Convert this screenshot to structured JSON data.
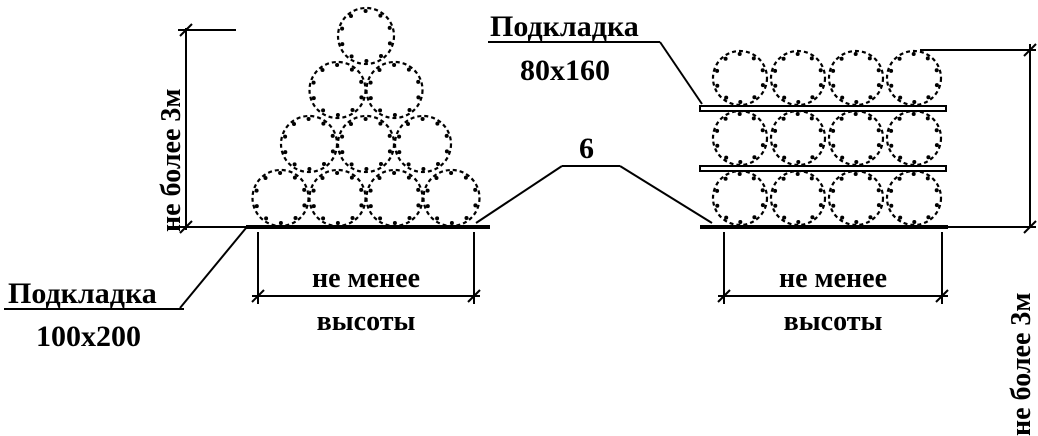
{
  "labels": {
    "left_height": "не более 3м",
    "right_height": "не более 3м",
    "left_pad_name": "Подкладка",
    "left_pad_size": "100x200",
    "right_pad_name": "Подкладка",
    "right_pad_size": "80x160",
    "callout_number": "6",
    "left_spacing_line1": "не менее",
    "left_spacing_line2": "высоты",
    "right_spacing_line1": "не менее",
    "right_spacing_line2": "высоты"
  },
  "stacks": {
    "pyramid_rows": [
      1,
      2,
      3,
      4
    ],
    "grid_rows": 3,
    "grid_cols": 4
  }
}
